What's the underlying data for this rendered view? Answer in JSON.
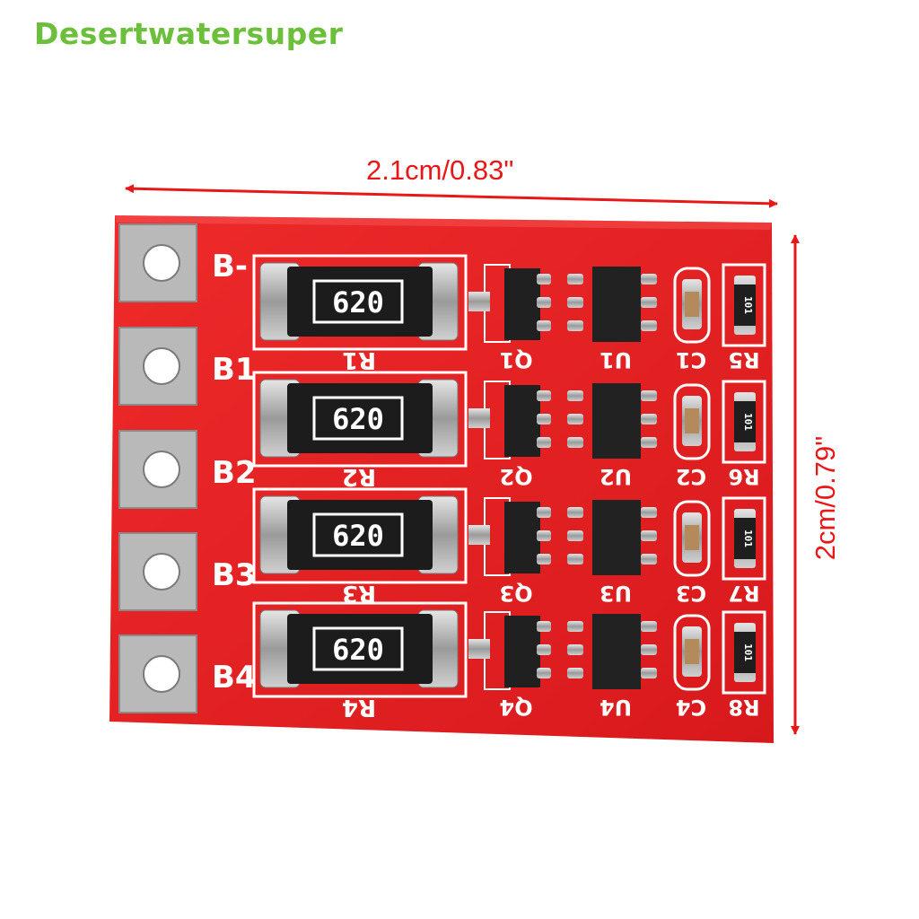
{
  "brand": {
    "text": "Desertwatersuper",
    "color": "#6cbf3a"
  },
  "dimensions": {
    "width_label": "2.1cm/0.83\"",
    "height_label": "2cm/0.79\"",
    "arrow_color": "#e81818"
  },
  "board": {
    "pcb_color": "#e21f22",
    "pad_color": "#b9b9b9",
    "pad_labels": [
      "B-",
      "B1",
      "B2",
      "B3",
      "B4"
    ],
    "rows": [
      {
        "resistor_code": "620",
        "r": "R1",
        "q": "Q1",
        "u": "U1",
        "c": "C1",
        "rs": "R5",
        "small_code": "101"
      },
      {
        "resistor_code": "620",
        "r": "R2",
        "q": "Q2",
        "u": "U2",
        "c": "C2",
        "rs": "R6",
        "small_code": "101"
      },
      {
        "resistor_code": "620",
        "r": "R3",
        "q": "Q3",
        "u": "U3",
        "c": "C3",
        "rs": "R7",
        "small_code": "101"
      },
      {
        "resistor_code": "620",
        "r": "R4",
        "q": "Q4",
        "u": "U4",
        "c": "C4",
        "rs": "R8",
        "small_code": "101"
      }
    ]
  }
}
